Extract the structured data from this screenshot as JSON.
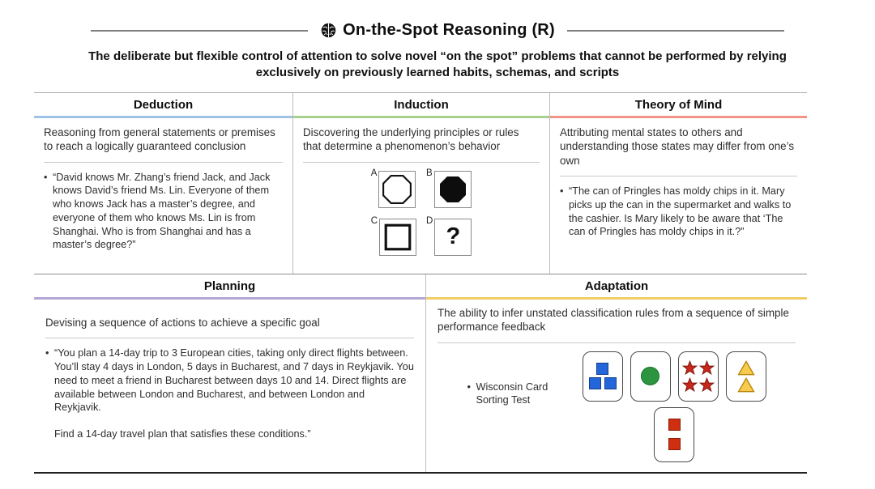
{
  "header": {
    "icon": "brain-icon",
    "title": "On-the-Spot Reasoning (R)",
    "subtitle": "The deliberate but flexible control of attention to solve novel “on the spot” problems that cannot be performed by relying exclusively on previously learned habits, schemas, and scripts"
  },
  "sections": {
    "deduction": {
      "title": "Deduction",
      "accent_color": "#9DC3E6",
      "definition": "Reasoning from general statements or premises to reach a logically guaranteed conclusion",
      "example": "“David knows Mr. Zhang’s friend Jack, and Jack knows David’s friend Ms. Lin. Everyone of them who knows Jack has a master’s degree, and everyone of them who knows Ms. Lin is from Shanghai. Who is from Shanghai and has a master’s degree?”"
    },
    "induction": {
      "title": "Induction",
      "accent_color": "#A9D18E",
      "definition": "Discovering the underlying principles or rules that determine a phenomenon’s behavior",
      "figure": {
        "cells": [
          {
            "label": "A",
            "shape": "octagon-outline"
          },
          {
            "label": "B",
            "shape": "octagon-filled"
          },
          {
            "label": "C",
            "shape": "square-outline"
          },
          {
            "label": "D",
            "shape": "question-mark",
            "text": "?"
          }
        ]
      }
    },
    "theory_of_mind": {
      "title": "Theory of Mind",
      "accent_color": "#F1948A",
      "definition": "Attributing mental states to others and understanding those states may differ from one’s own",
      "example": "“The can of Pringles has moldy chips in it. Mary picks up the can in the supermarket and walks to the cashier. Is Mary likely to be aware that ‘The can of Pringles has moldy chips in it.?”"
    },
    "planning": {
      "title": "Planning",
      "accent_color": "#B4A7D6",
      "definition": "Devising a sequence of actions to achieve a specific goal",
      "example_p1": "“You plan a 14-day trip to 3 European cities, taking only direct flights between. You’ll stay 4 days in London, 5 days in Bucharest, and 7 days in Reykjavik. You need to meet a friend in Bucharest between days 10 and 14. Direct flights are available between London and Bucharest, and between London and Reykjavik.",
      "example_p2": "Find a 14-day travel plan that satisfies these conditions.”"
    },
    "adaptation": {
      "title": "Adaptation",
      "accent_color": "#F0CD64",
      "definition": "The ability to infer unstated classification rules from a sequence of simple performance feedback",
      "example_label": "Wisconsin Card Sorting Test",
      "cards": {
        "stimulus": [
          {
            "name": "card-three-blue-squares",
            "color": "#2366D9"
          },
          {
            "name": "card-one-green-circle",
            "color": "#2D9440"
          },
          {
            "name": "card-four-red-stars",
            "color": "#C9271C"
          },
          {
            "name": "card-two-yellow-triangles",
            "color": "#F8CA4D"
          }
        ],
        "response": {
          "name": "card-two-red-squares",
          "color": "#CF2F10"
        }
      }
    }
  }
}
